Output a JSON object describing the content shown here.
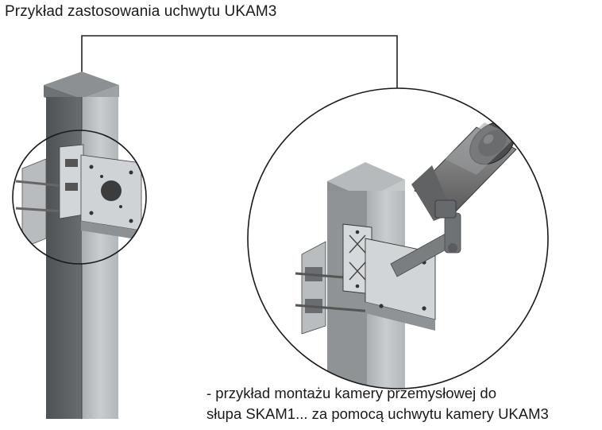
{
  "title": "Przykład zastosowania uchwytu UKAM3",
  "caption": {
    "line1": "- przykład montażu kamery przemysłowej do",
    "line2": "słupa SKAM1... za pomocą uchwytu kamery UKAM3"
  },
  "illustration": {
    "main_post_icon": "square-post",
    "detail_icon": "magnified-detail-circle",
    "camera_icon": "cctv-camera",
    "colors": {
      "post_dark": "#5e5e5e",
      "post_light": "#b8bcbe",
      "metal": "#c7cbce",
      "camera_body": "#7d7d7d",
      "camera_dark": "#3a3a3a",
      "leader_line": "#222222"
    }
  }
}
